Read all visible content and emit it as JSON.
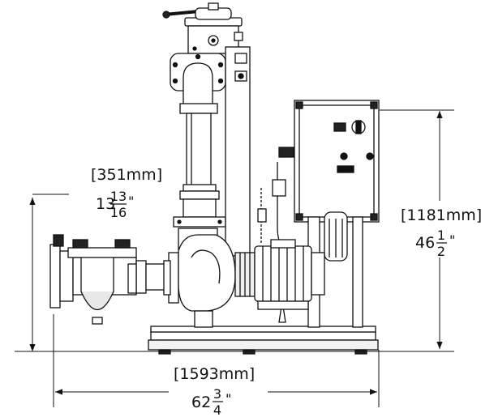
{
  "dimensions": {
    "height_offset": {
      "metric": "[351mm]",
      "imperial_whole": "13",
      "imperial_numerator": "13",
      "imperial_denominator": "16",
      "imperial_unit": "\""
    },
    "overall_height": {
      "metric": "[1181mm]",
      "imperial_whole": "46",
      "imperial_numerator": "1",
      "imperial_denominator": "2",
      "imperial_unit": "\""
    },
    "overall_length": {
      "metric": "[1593mm]",
      "imperial_whole": "62",
      "imperial_numerator": "3",
      "imperial_denominator": "4",
      "imperial_unit": "\""
    }
  }
}
